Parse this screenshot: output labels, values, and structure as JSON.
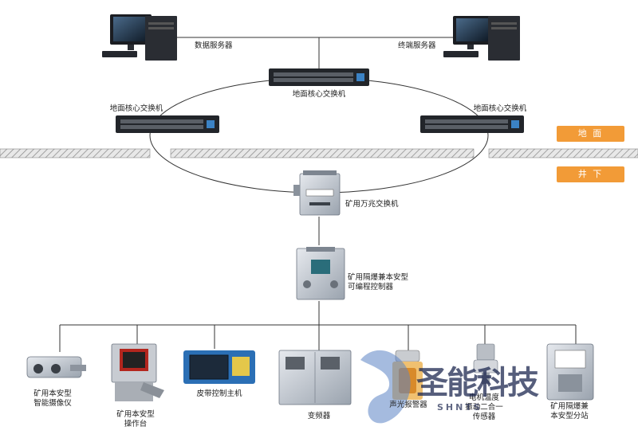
{
  "labels": {
    "data_server": "数据服务器",
    "terminal_server": "终端服务器",
    "core_switch_top": "地面核心交换机",
    "core_switch_left": "地面核心交换机",
    "core_switch_right": "地面核心交换机",
    "mine_switch": "矿用万兆交换机",
    "plc_line1": "矿用隔爆兼本安型",
    "plc_line2": "可编程控制器",
    "camera_line1": "矿用本安型",
    "camera_line2": "智能摄像仪",
    "console_line1": "矿用本安型",
    "console_line2": "操作台",
    "belt_host": "皮带控制主机",
    "inverter": "变频器",
    "alarm": "声光报警器",
    "sensor_line1": "电机温度",
    "sensor_line2": "振动二合一",
    "sensor_line3": "传感器",
    "substation_line1": "矿用隔爆兼",
    "substation_line2": "本安型分站"
  },
  "zones": {
    "surface": "地 面",
    "underground": "井 下"
  },
  "watermark": {
    "text": "圣能科技",
    "sub": "SHNTS"
  },
  "colors": {
    "badge": "#f29b37",
    "ground_hatch": "#9a9a9a",
    "line": "#333333"
  }
}
